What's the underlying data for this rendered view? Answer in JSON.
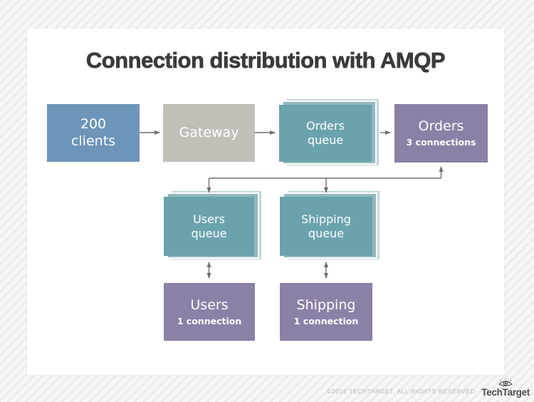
{
  "title": "Connection distribution with AMQP",
  "diagram": {
    "nodes": {
      "clients": {
        "line1": "200",
        "line2": "clients"
      },
      "gateway": {
        "line1": "Gateway"
      },
      "orders_queue": {
        "line1": "Orders",
        "line2": "queue"
      },
      "orders_app": {
        "line1": "Orders",
        "sub": "3 connections"
      },
      "users_queue": {
        "line1": "Users",
        "line2": "queue"
      },
      "shipping_queue": {
        "line1": "Shipping",
        "line2": "queue"
      },
      "users_app": {
        "line1": "Users",
        "sub": "1 connection"
      },
      "shipping_app": {
        "line1": "Shipping",
        "sub": "1 connection"
      }
    },
    "colors": {
      "clients_blue": "#6d95b9",
      "gateway_gray": "#c2beb8",
      "queue_teal": "#6aa3ad",
      "queue_layer_mid": "#92b8bf",
      "queue_layer_light": "#c2d6d9",
      "app_purple": "#8b80a6",
      "arrow_gray": "#6e6e6e",
      "title_text": "#3b3b3b"
    }
  },
  "footer": {
    "copyright": "©2016 TECHTARGET, ALL RIGHTS RESERVED",
    "brand": "TechTarget"
  }
}
